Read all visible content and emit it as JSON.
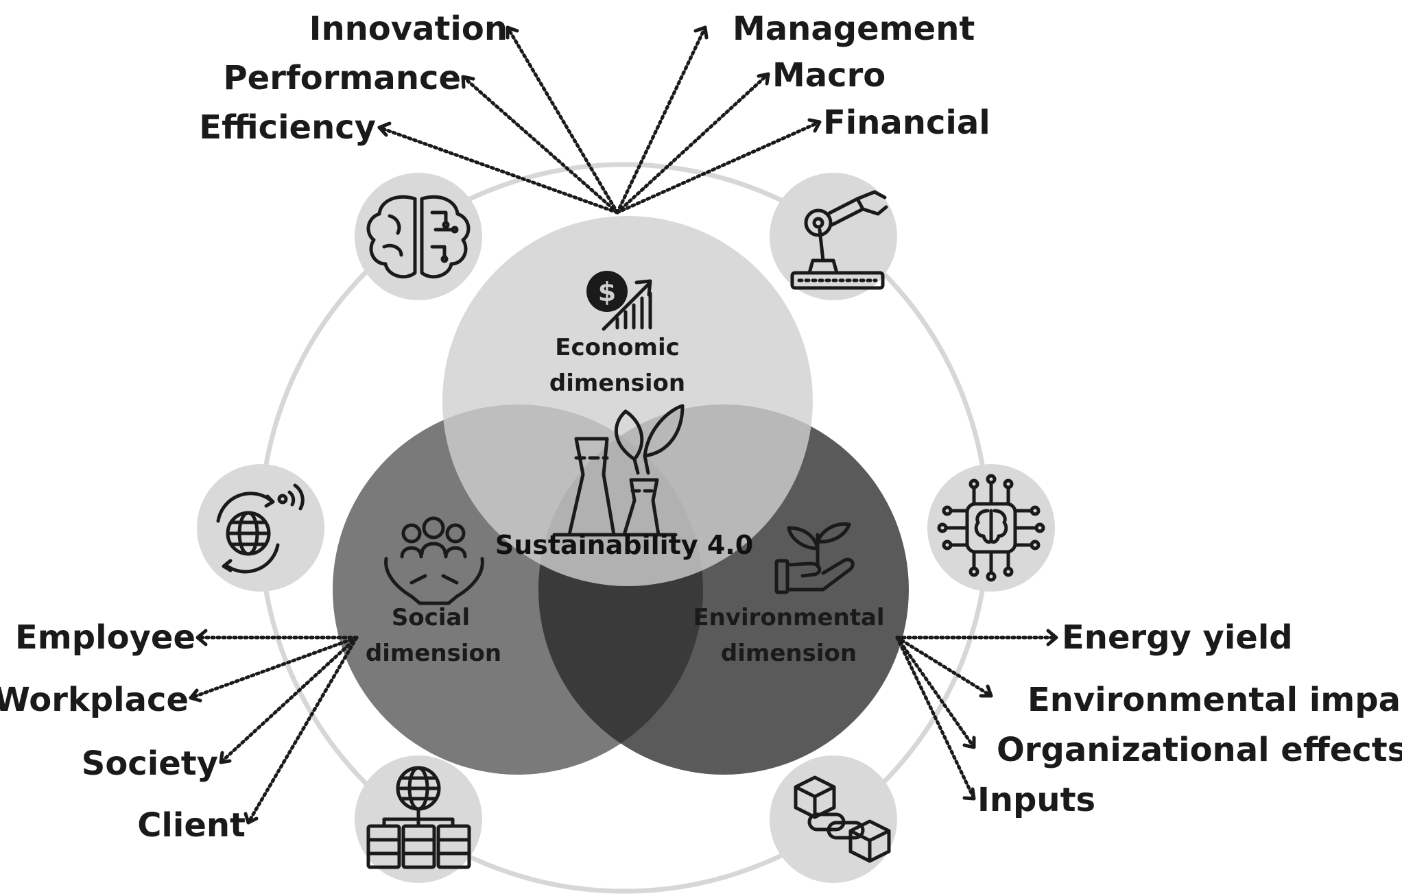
{
  "colors": {
    "outer_ring": "#d7d7d7",
    "tech_disc": "#d9d9d9",
    "economic": "#cfcfcf",
    "social": "#7a7a7a",
    "environmental": "#5a5a5a",
    "overlap_dark": "#3a3a3a",
    "ink": "#1a1a1a"
  },
  "center_title": "Sustainability 4.0",
  "dimensions": {
    "economic": {
      "line1": "Economic",
      "line2": "dimension",
      "icon": "dollar-growth-icon"
    },
    "social": {
      "line1": "Social",
      "line2": "dimension",
      "icon": "people-hands-icon"
    },
    "environmental": {
      "line1": "Environmental",
      "line2": "dimension",
      "icon": "plant-hand-icon"
    }
  },
  "center_icon": "factory-leaf-icon",
  "economic_indicators": [
    "Innovation",
    "Performance",
    "Efficiency",
    "Management",
    "Macro",
    "Financial"
  ],
  "social_indicators": [
    "Employee",
    "Workplace",
    "Society",
    "Client"
  ],
  "environmental_indicators": [
    "Energy yield",
    "Environmental impact",
    "Organizational effects",
    "Inputs"
  ],
  "technology_icons": [
    "brain-circuit-icon",
    "robot-arm-icon",
    "iot-globe-icon",
    "ai-chip-icon",
    "cloud-server-icon",
    "blockchain-icon"
  ]
}
